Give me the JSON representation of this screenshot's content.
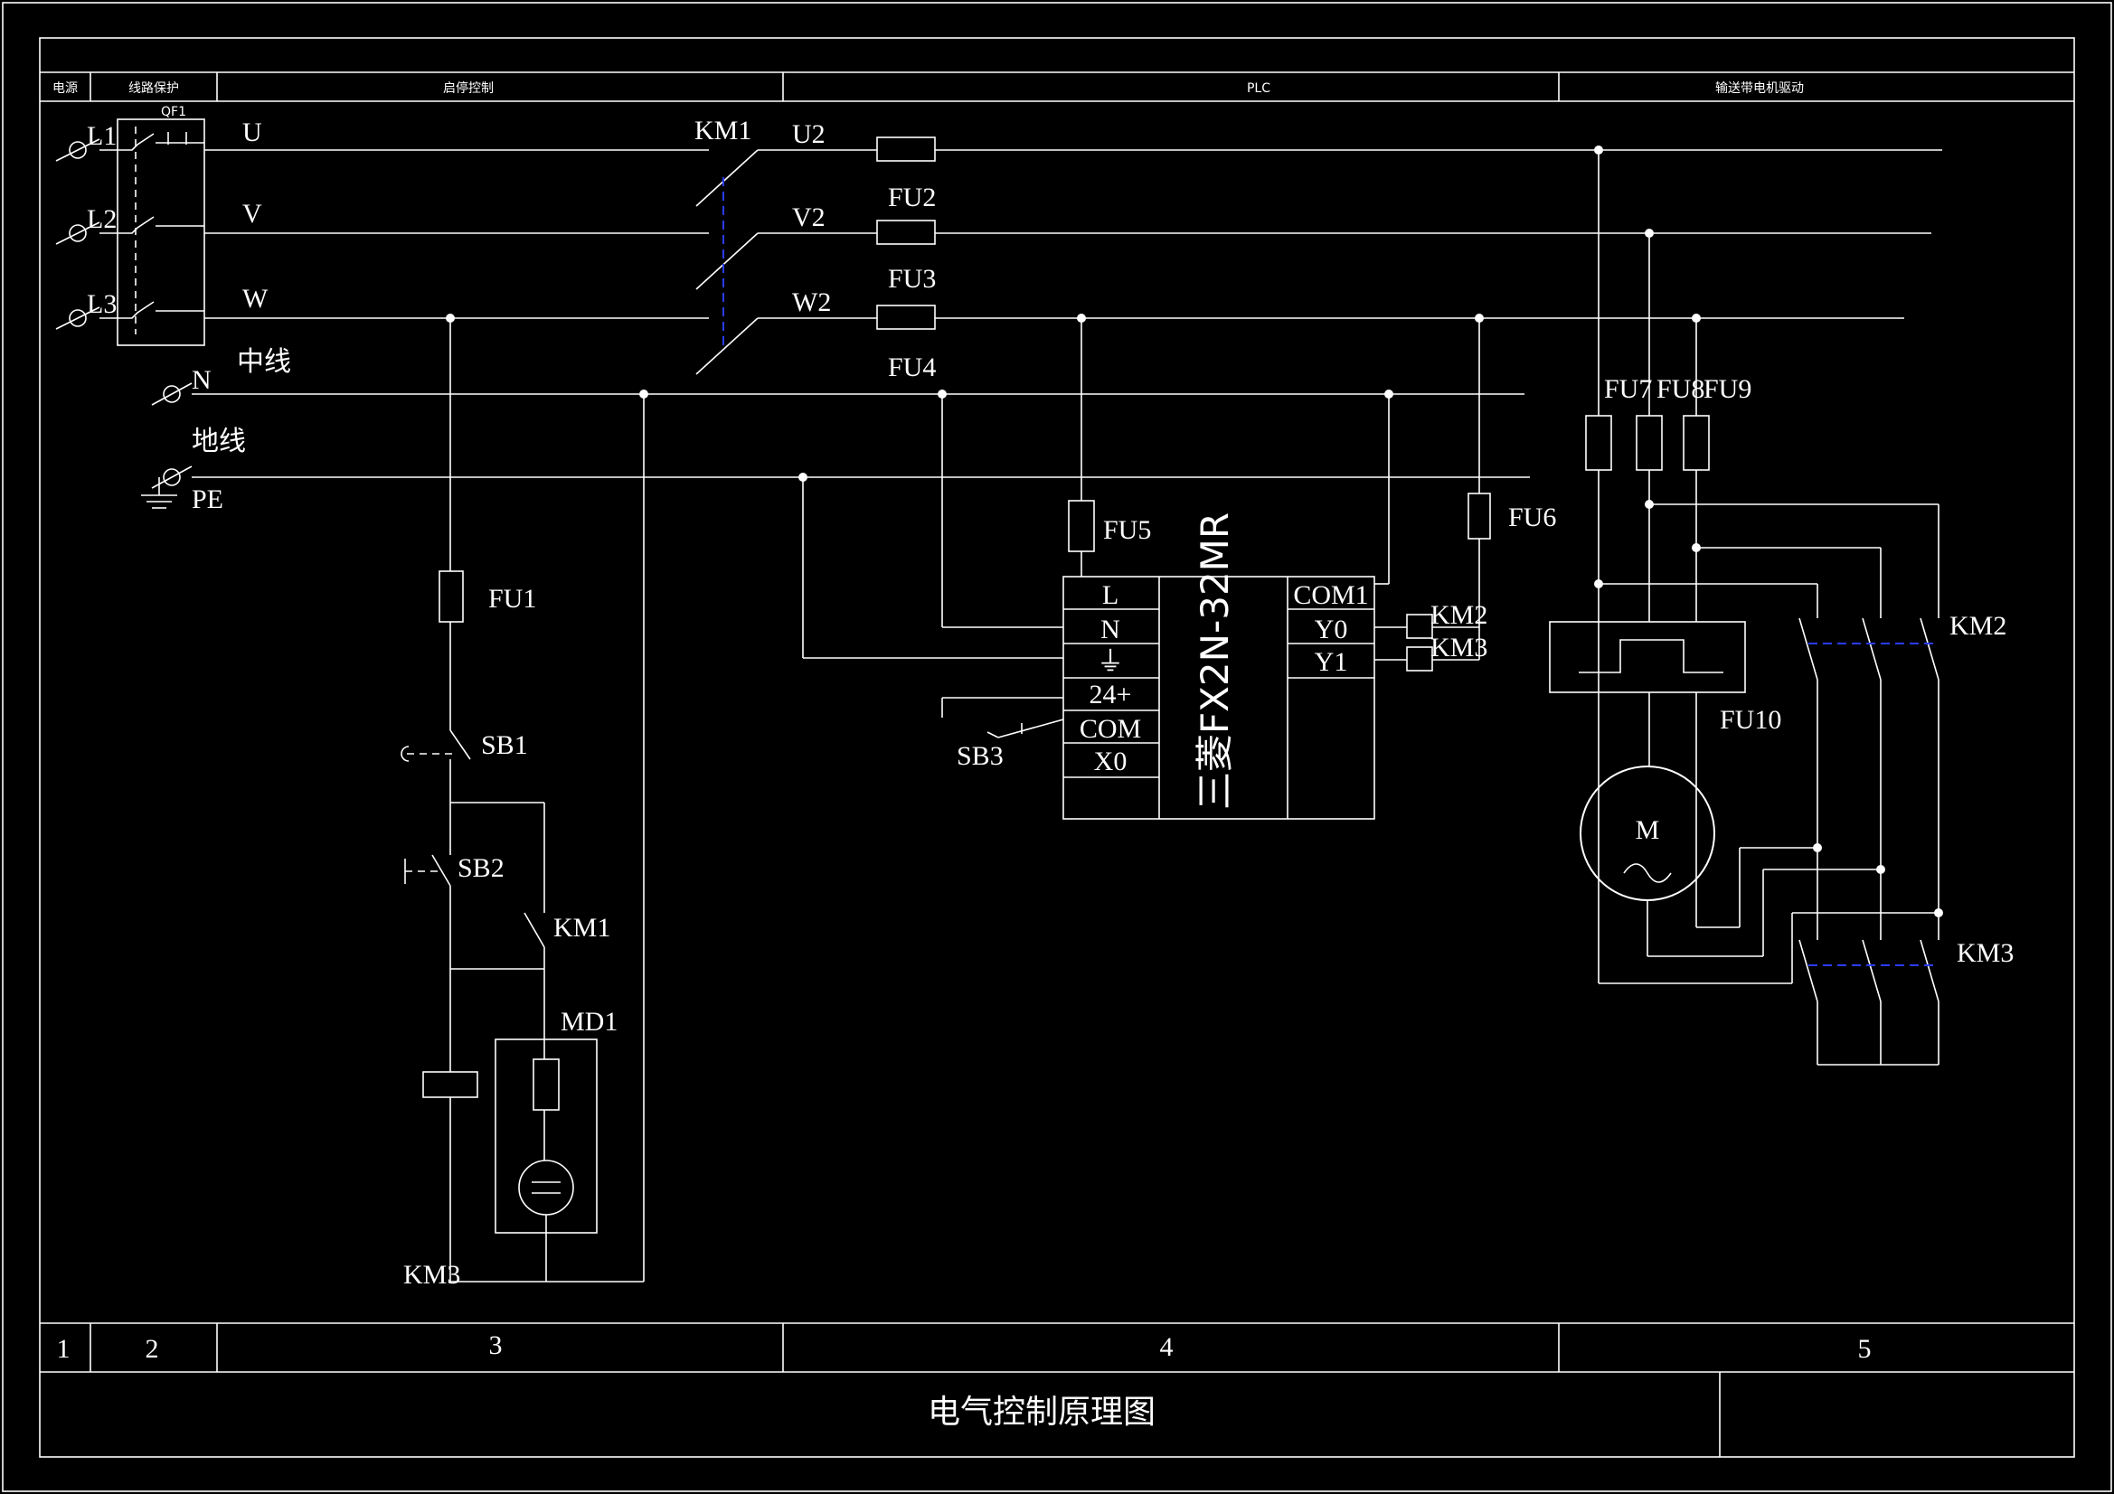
{
  "header": {
    "zone1": "电源",
    "zone2": "线路保护",
    "zone3": "启停控制",
    "zone4": "PLC",
    "zone5": "输送带电机驱动"
  },
  "footer": {
    "zones": [
      "1",
      "2",
      "3",
      "4",
      "5"
    ],
    "title": "电气控制原理图"
  },
  "power": {
    "l1": "L1",
    "l2": "L2",
    "l3": "L3",
    "u": "U",
    "v": "V",
    "w": "W",
    "n": "N",
    "neutral_label": "中线",
    "pe": "PE",
    "ground_label": "地线",
    "qf1": "QF1"
  },
  "main": {
    "km1": "KM1",
    "u2": "U2",
    "v2": "V2",
    "w2": "W2",
    "fu2": "FU2",
    "fu3": "FU3",
    "fu4": "FU4"
  },
  "control": {
    "fu1": "FU1",
    "sb1": "SB1",
    "sb2": "SB2",
    "km1_aux": "KM1",
    "md1": "MD1",
    "km3": "KM3"
  },
  "plc": {
    "model": "三菱FX2N-32MR",
    "fu5": "FU5",
    "fu6": "FU6",
    "sb3": "SB3",
    "inputs": [
      "L",
      "N",
      "⏚",
      "24+",
      "COM",
      "X0"
    ],
    "outputs": [
      "COM1",
      "Y0",
      "Y1"
    ],
    "km2": "KM2",
    "km3": "KM3"
  },
  "motor": {
    "fu7": "FU7",
    "fu8": "FU8",
    "fu9": "FU9",
    "fu10": "FU10",
    "m": "M",
    "km2": "KM2",
    "km3": "KM3"
  }
}
